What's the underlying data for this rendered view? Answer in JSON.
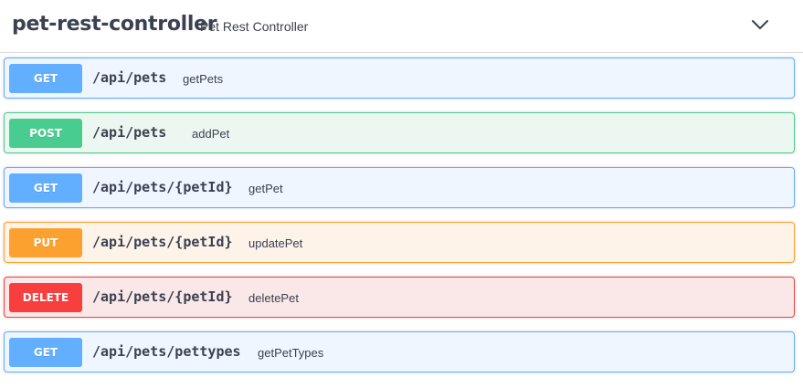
{
  "tag": {
    "name": "pet-rest-controller",
    "description": "Pet Rest Controller",
    "toggle_icon": "chevron-down-icon"
  },
  "colors": {
    "get": "#61affe",
    "post": "#49cc90",
    "put": "#fca130",
    "delete": "#f93e3e"
  },
  "operations": [
    {
      "method": "GET",
      "path": "/api/pets",
      "summary": "getPets"
    },
    {
      "method": "POST",
      "path": "/api/pets",
      "summary": "addPet"
    },
    {
      "method": "GET",
      "path": "/api/pets/{petId}",
      "summary": "getPet"
    },
    {
      "method": "PUT",
      "path": "/api/pets/{petId}",
      "summary": "updatePet"
    },
    {
      "method": "DELETE",
      "path": "/api/pets/{petId}",
      "summary": "deletePet"
    },
    {
      "method": "GET",
      "path": "/api/pets/pettypes",
      "summary": "getPetTypes"
    }
  ]
}
